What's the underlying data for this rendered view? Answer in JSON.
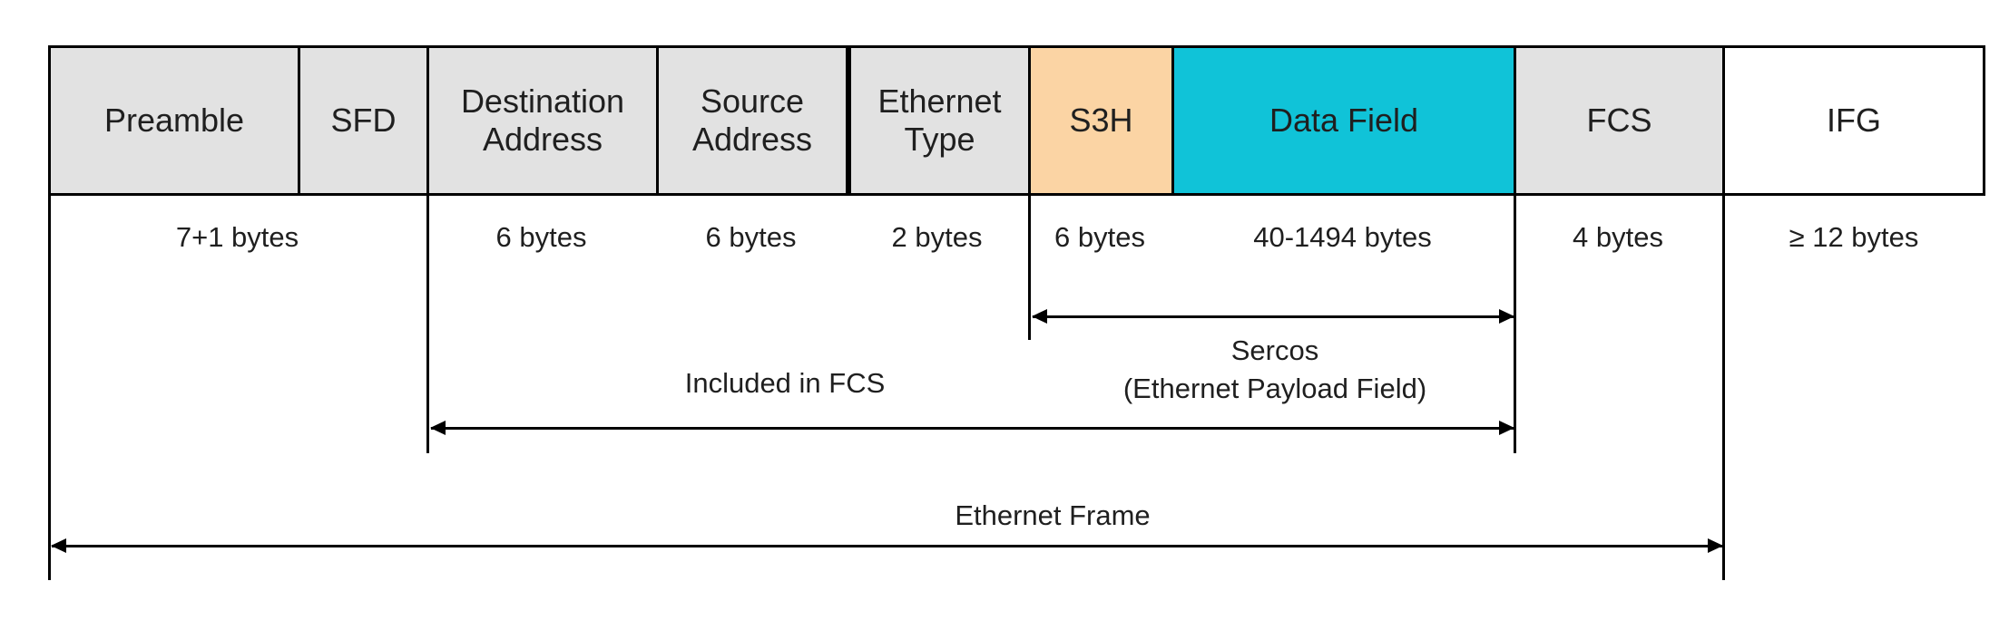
{
  "diagram": {
    "background_color": "#FFFFFF",
    "line_color": "#000000",
    "fields": [
      {
        "label": "Preamble",
        "color": "#E2E2E2"
      },
      {
        "label": "SFD",
        "color": "#E2E2E2"
      },
      {
        "label": "Destination Address",
        "color": "#E2E2E2"
      },
      {
        "label": "Source Address",
        "color": "#E2E2E2"
      },
      {
        "label": "Ethernet Type",
        "color": "#E2E2E2"
      },
      {
        "label": "S3H",
        "color": "#FBD4A4"
      },
      {
        "label": "Data Field",
        "color": "#10C3D8"
      },
      {
        "label": "FCS",
        "color": "#E2E2E2"
      },
      {
        "label": "IFG",
        "color": "#FFFFFF"
      }
    ],
    "byte_labels": [
      "7+1 bytes",
      "6 bytes",
      "6 bytes",
      "2 bytes",
      "6 bytes",
      "40-1494 bytes",
      "4 bytes",
      "≥ 12 bytes"
    ],
    "annotations": {
      "sercos_title": "Sercos",
      "sercos_subtitle": "(Ethernet Payload Field)",
      "included_in_fcs": "Included in FCS",
      "ethernet_frame": "Ethernet Frame"
    }
  }
}
